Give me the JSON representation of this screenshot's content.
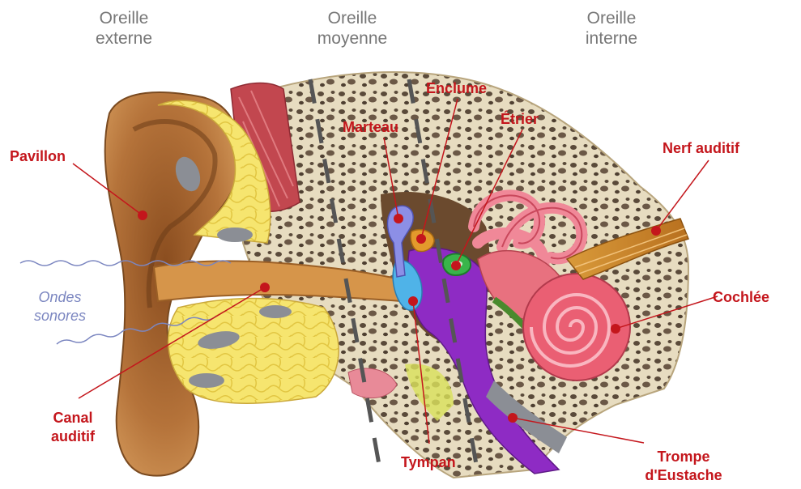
{
  "regions": {
    "outer": [
      "Oreille",
      "externe"
    ],
    "middle": [
      "Oreille",
      "moyenne"
    ],
    "inner": [
      "Oreille",
      "interne"
    ]
  },
  "sound_waves": [
    "Ondes",
    "sonores"
  ],
  "labels": {
    "pavillon": [
      "Pavillon"
    ],
    "canal": [
      "Canal",
      "auditif"
    ],
    "marteau": [
      "Marteau"
    ],
    "enclume": [
      "Enclume"
    ],
    "etrier": [
      "Étrier"
    ],
    "nerf": [
      "Nerf auditif"
    ],
    "cochlee": [
      "Cochlée"
    ],
    "tympan": [
      "Tympan"
    ],
    "trompe": [
      "Trompe",
      "d'Eustache"
    ]
  },
  "colors": {
    "label_red": "#c4161c",
    "region_grey": "#777777",
    "wave_blue": "#7b86c0",
    "skin": "#b5733a",
    "fat_yellow": "#f3e16a",
    "bone": "#e8dcc0",
    "cochlea_pink": "#ea5f73",
    "tympan_blue": "#4fb3e8",
    "cavity_purple": "#8e2bc4",
    "stapes_green": "#39b54a",
    "malleus_lavender": "#8c8fe6",
    "incus_orange": "#e39a2c"
  }
}
